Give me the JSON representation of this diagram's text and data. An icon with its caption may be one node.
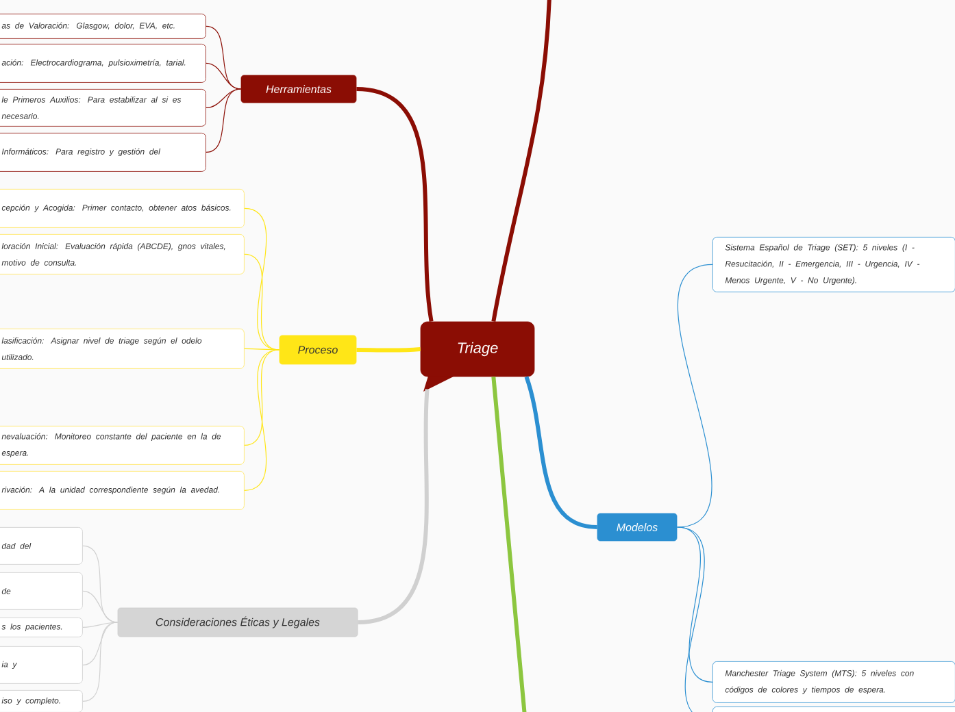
{
  "diagram": {
    "nodes": [
      {
        "text": [
          "Triage"
        ]
      },
      {
        "text": [
          "Herramientas"
        ]
      },
      {
        "text": [
          "as de Valoración: Glasgow, dolor, EVA, etc."
        ]
      },
      {
        "text": [
          "ación: Electrocardiograma, pulsioximetría, tarial."
        ]
      },
      {
        "text": [
          "le Primeros Auxilios: Para estabilizar al si es necesario."
        ]
      },
      {
        "text": [
          "Informáticos: Para registro y gestión del"
        ]
      },
      {
        "text": [
          "Proceso"
        ]
      },
      {
        "text": [
          "cepción y Acogida: Primer contacto, obtener atos básicos."
        ]
      },
      {
        "text": [
          "loración Inicial: Evaluación rápida (ABCDE), gnos vitales, motivo de consulta."
        ]
      },
      {
        "text": [
          "lasificación: Asignar nivel de triage según el odelo utilizado."
        ]
      },
      {
        "text": [
          "nevaluación: Monitoreo constante del paciente en la de espera."
        ]
      },
      {
        "text": [
          "rivación: A la unidad correspondiente según la avedad."
        ]
      },
      {
        "text": [
          "Consideraciones Éticas y Legales"
        ]
      },
      {
        "text": [
          "dad del"
        ]
      },
      {
        "text": [
          "de"
        ]
      },
      {
        "text": [
          "s los pacientes."
        ]
      },
      {
        "text": [
          "ia y"
        ]
      },
      {
        "text": [
          "iso y completo."
        ]
      },
      {
        "text": [
          "Modelos"
        ]
      },
      {
        "text": [
          "Sistema Español de Triage (SET): 5 niveles (I - Resucitación, II - Emergencia, III - Urgencia, IV - Menos Urgente, V - No Urgente)."
        ]
      },
      {
        "text": [
          "Manchester Triage System (MTS): 5 niveles con códigos de colores y tiempos de espera."
        ]
      },
      {
        "text": [],
        "shape": "box"
      }
    ],
    "edges": [
      {
        "from": 0,
        "to": 1,
        "arrow": "none",
        "style": "thick",
        "color": "#8b0d04"
      },
      {
        "from": 0,
        "to": 6,
        "arrow": "none",
        "style": "thick",
        "color": "#ffe617"
      },
      {
        "from": 0,
        "to": 12,
        "arrow": "none",
        "style": "thick",
        "color": "#d0d0d0"
      },
      {
        "from": 0,
        "to": 18,
        "arrow": "none",
        "style": "thick",
        "color": "#2b8fd1"
      },
      {
        "from": 0,
        "to": null,
        "arrow": "none",
        "style": "thick",
        "color": "#8b0d04"
      },
      {
        "from": 0,
        "to": null,
        "arrow": "none",
        "style": "thick",
        "color": "#8cc63f"
      },
      {
        "from": 1,
        "to": 2,
        "arrow": "none",
        "color": "#8b0d04"
      },
      {
        "from": 1,
        "to": 3,
        "arrow": "none",
        "color": "#8b0d04"
      },
      {
        "from": 1,
        "to": 4,
        "arrow": "none",
        "color": "#8b0d04"
      },
      {
        "from": 1,
        "to": 5,
        "arrow": "none",
        "color": "#8b0d04"
      },
      {
        "from": 6,
        "to": 7,
        "arrow": "none",
        "color": "#ffe617"
      },
      {
        "from": 6,
        "to": 8,
        "arrow": "none",
        "color": "#ffe617"
      },
      {
        "from": 6,
        "to": 9,
        "arrow": "none",
        "color": "#ffe617"
      },
      {
        "from": 6,
        "to": 10,
        "arrow": "none",
        "color": "#ffe617"
      },
      {
        "from": 6,
        "to": 11,
        "arrow": "none",
        "color": "#ffe617"
      },
      {
        "from": 12,
        "to": 13,
        "arrow": "none",
        "color": "#d0d0d0"
      },
      {
        "from": 12,
        "to": 14,
        "arrow": "none",
        "color": "#d0d0d0"
      },
      {
        "from": 12,
        "to": 15,
        "arrow": "none",
        "color": "#d0d0d0"
      },
      {
        "from": 12,
        "to": 16,
        "arrow": "none",
        "color": "#d0d0d0"
      },
      {
        "from": 12,
        "to": 17,
        "arrow": "none",
        "color": "#d0d0d0"
      },
      {
        "from": 18,
        "to": 19,
        "arrow": "none",
        "color": "#2b8fd1"
      },
      {
        "from": 18,
        "to": 20,
        "arrow": "none",
        "color": "#2b8fd1"
      },
      {
        "from": 18,
        "to": 21,
        "arrow": "none",
        "color": "#2b8fd1"
      }
    ]
  }
}
